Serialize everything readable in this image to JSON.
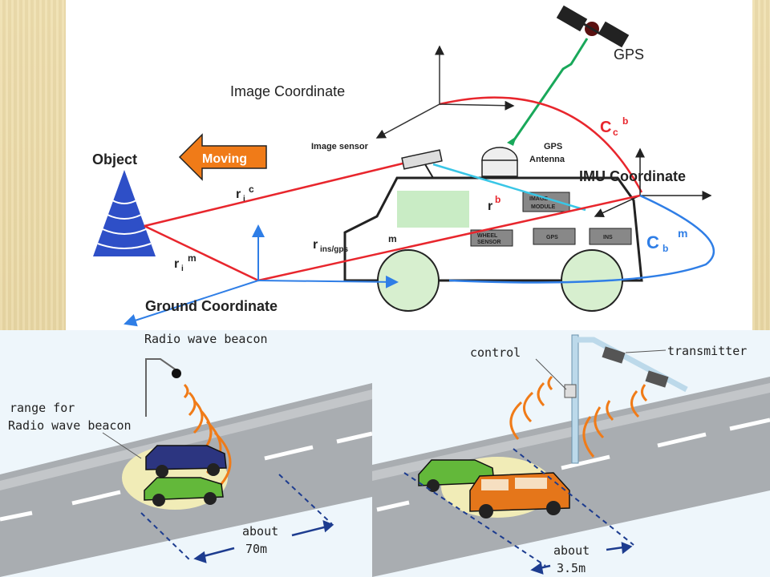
{
  "top_panel": {
    "labels": {
      "gps": "GPS",
      "image_coordinate": "Image Coordinate",
      "object": "Object",
      "moving": "Moving",
      "image_sensor": "Image sensor",
      "gps_antenna_1": "GPS",
      "gps_antenna_2": "Antenna",
      "imu_coordinate": "IMU Coordinate",
      "ground_coordinate": "Ground Coordinate",
      "image_module_1": "IMAGE",
      "image_module_2": "MODULE",
      "wheel_sensor_1": "WHEEL",
      "wheel_sensor_2": "SENSOR",
      "gps_box": "GPS",
      "ins_box": "INS",
      "c_c_b": "C",
      "c_c_b_sub": "c",
      "c_c_b_sup": "b",
      "c_b_m": "C",
      "c_b_m_sub": "b",
      "c_b_m_sup": "m",
      "r_b": "r",
      "r_b_sup": "b",
      "r_i_c": "r",
      "r_i_c_sub": "i",
      "r_i_c_sup": "c",
      "r_i_m": "r",
      "r_i_m_sub": "i",
      "r_i_m_sup": "m",
      "r_ins_gps": "r",
      "r_ins_gps_sub": "ins/gps",
      "r_ins_gps_sup": "m"
    },
    "colors": {
      "red_link": "#e8262d",
      "blue_link": "#2f7ee6",
      "green_link": "#19a85a",
      "moving_arrow": "#f07b18"
    }
  },
  "bottom_left": {
    "beacon_label": "Radio wave beacon",
    "range_label_1": "range for",
    "range_label_2": "Radio wave beacon",
    "distance_label_1": "about",
    "distance_label_2": "70m"
  },
  "bottom_right": {
    "control_label": "control",
    "transmitter_label": "transmitter",
    "distance_label_1": "about",
    "distance_label_2": "3.5m"
  }
}
